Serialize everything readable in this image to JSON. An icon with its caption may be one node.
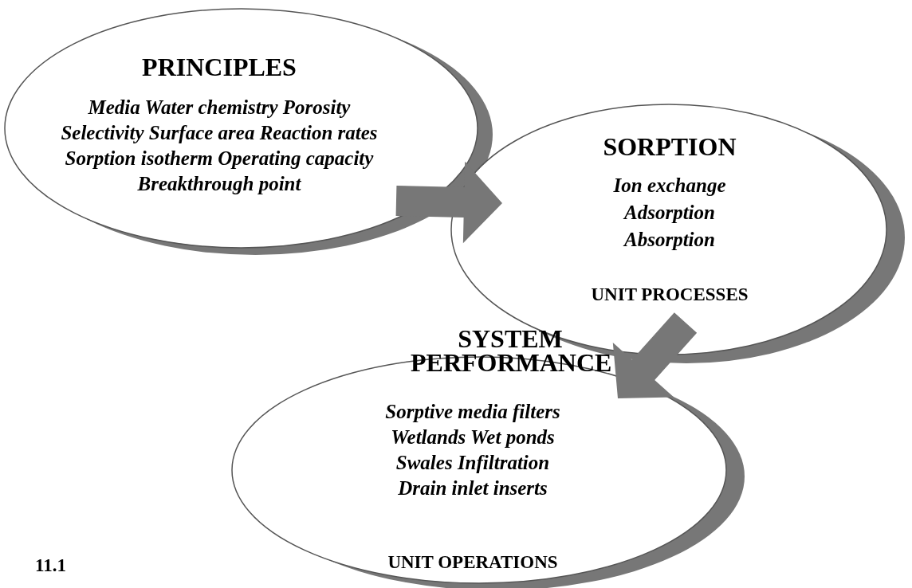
{
  "diagram": {
    "nodes": [
      {
        "text": [
          "PRINCIPLES",
          "Media  Water chemistry  Porosity",
          "Selectivity  Surface area  Reaction rates",
          "Sorption isotherm  Operating capacity",
          "Breakthrough point"
        ]
      },
      {
        "text": [
          "SORPTION",
          "Ion exchange",
          "Adsorption",
          "Absorption",
          "UNIT PROCESSES"
        ]
      },
      {
        "text": [
          "SYSTEM PERFORMANCE",
          "Sorptive media filters",
          "Wetlands  Wet ponds",
          "Swales  Infiltration",
          "Drain  inlet inserts",
          "UNIT OPERATIONS"
        ]
      }
    ],
    "edges": [
      {
        "from": 0,
        "to": 1,
        "arrow": "to",
        "style": "thick"
      },
      {
        "from": 1,
        "to": 2,
        "arrow": "to",
        "style": "thick"
      }
    ],
    "labels": [
      "11.1"
    ]
  }
}
